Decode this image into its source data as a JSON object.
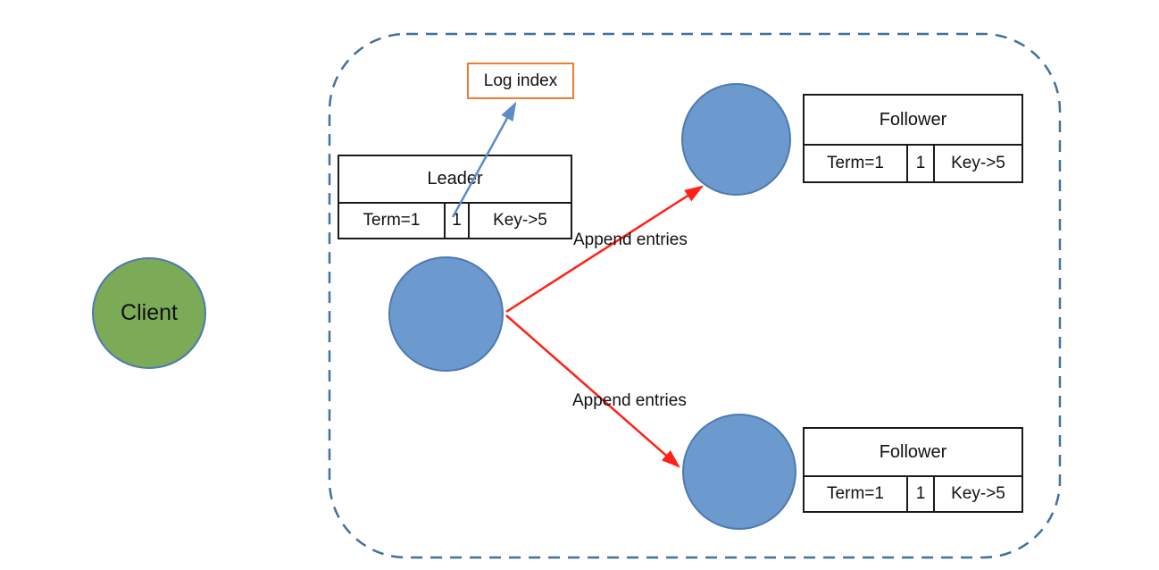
{
  "colors": {
    "client_fill": "#7BAB56",
    "node_fill": "#6C9ACF",
    "node_border": "#4E79B0",
    "dashed_border": "#41719C",
    "log_index_border": "#ED7D31",
    "append_arrow": "#FF2116",
    "log_index_arrow": "#5B8BC9"
  },
  "client": {
    "label": "Client"
  },
  "cluster": {
    "log_index_box": {
      "label": "Log index"
    },
    "leader": {
      "title": "Leader",
      "cells": [
        "Term=1",
        "1",
        "Key->5"
      ]
    },
    "followers": [
      {
        "title": "Follower",
        "cells": [
          "Term=1",
          "1",
          "Key->5"
        ]
      },
      {
        "title": "Follower",
        "cells": [
          "Term=1",
          "1",
          "Key->5"
        ]
      }
    ],
    "edges": [
      {
        "label": "Append entries"
      },
      {
        "label": "Append entries"
      }
    ]
  }
}
